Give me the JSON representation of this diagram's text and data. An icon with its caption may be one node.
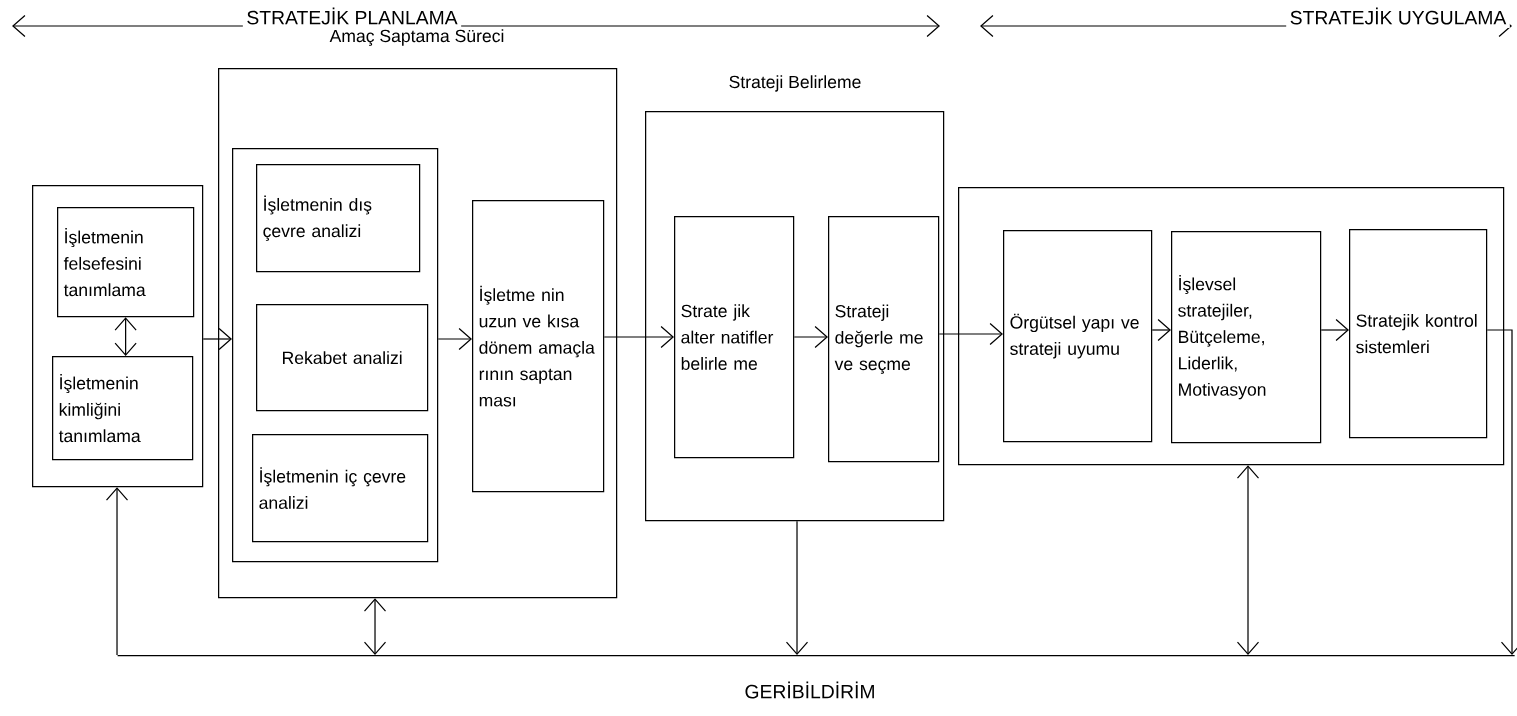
{
  "diagram": {
    "nodes": [
      {
        "text": [],
        "shape": "box"
      },
      {
        "text": [
          "İşletmenin felsefesini tanımlama"
        ],
        "in": 0
      },
      {
        "text": [
          "İşletmenin kimliğini tanımlama"
        ],
        "in": 0
      },
      {
        "text": [
          "Amaç Saptama Süreci"
        ]
      },
      {
        "text": [],
        "shape": "box",
        "in": 3
      },
      {
        "text": [
          "İşletmenin dış çevre analizi"
        ],
        "in": 4
      },
      {
        "text": [
          "Rekabet analizi"
        ],
        "in": 4
      },
      {
        "text": [
          "İşletmenin iç çevre analizi"
        ],
        "in": 4
      },
      {
        "text": [
          "İşletme nin uzun ve kısa dönem amaçla rının saptan ması"
        ],
        "in": 3
      },
      {
        "text": [
          "Strateji Belirleme"
        ]
      },
      {
        "text": [
          "Strate jik alter natifler belirle me"
        ],
        "in": 9
      },
      {
        "text": [
          "Strateji değerle me ve seçme"
        ],
        "in": 9
      },
      {
        "text": [],
        "shape": "box"
      },
      {
        "text": [
          "Örgütsel yapı ve strateji uyumu"
        ],
        "in": 12
      },
      {
        "text": [
          "İşlevsel stratejiler, Bütçeleme, Liderlik, Motivasyon"
        ],
        "in": 12
      },
      {
        "text": [
          "Stratejik kontrol sistemleri"
        ],
        "in": 12
      },
      {
        "text": [],
        "shape": "bar"
      }
    ],
    "edges": [
      {
        "from": 1,
        "to": 2,
        "arrow": "both"
      },
      {
        "from": 0,
        "to": 4,
        "arrow": "to"
      },
      {
        "from": 4,
        "to": 8,
        "arrow": "to"
      },
      {
        "from": 8,
        "to": 10,
        "arrow": "to"
      },
      {
        "from": 10,
        "to": 11,
        "arrow": "to"
      },
      {
        "from": 11,
        "to": 13,
        "arrow": "to"
      },
      {
        "from": 13,
        "to": 14,
        "arrow": "to"
      },
      {
        "from": 14,
        "to": 15,
        "arrow": "to"
      },
      {
        "from": 15,
        "to": 16,
        "arrow": "to"
      },
      {
        "from": 16,
        "to": 0,
        "arrow": "to"
      },
      {
        "from": 3,
        "to": 16,
        "arrow": "both"
      },
      {
        "from": 9,
        "to": 16,
        "arrow": "to"
      },
      {
        "from": 12,
        "to": 16,
        "arrow": "both"
      }
    ],
    "labels": [
      "STRATEJİK PLANLAMA",
      "STRATEJİK UYGULAMA",
      "GERİBİLDİRİM"
    ]
  }
}
